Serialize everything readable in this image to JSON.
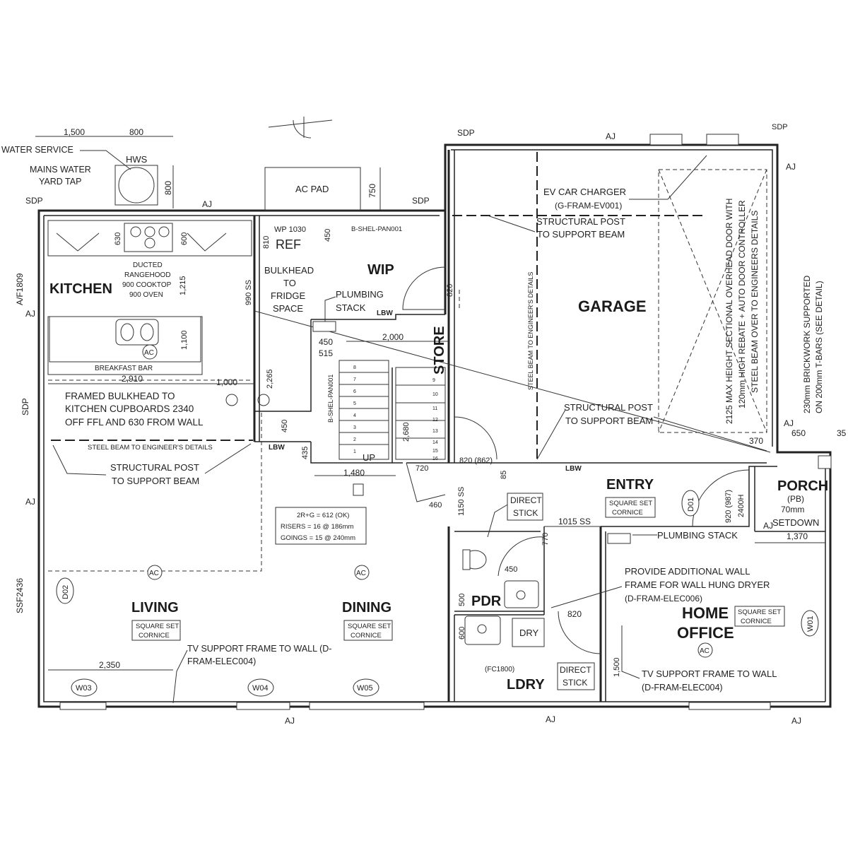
{
  "rooms": {
    "kitchen": "KITCHEN",
    "wip": "WIP",
    "garage": "GARAGE",
    "store": "STORE",
    "entry": "ENTRY",
    "porch": "PORCH",
    "porch_sub": "(PB)",
    "porch_setdown_1": "70mm",
    "porch_setdown_2": "SETDOWN",
    "living": "LIVING",
    "dining": "DINING",
    "pdr": "PDR",
    "ldry": "LDRY",
    "home_office_1": "HOME",
    "home_office_2": "OFFICE",
    "ref": "REF",
    "hws": "HWS",
    "ac_pad": "AC PAD",
    "dry": "DRY"
  },
  "cornice": [
    "SQUARE SET",
    "CORNICE"
  ],
  "labels": {
    "water_service": "WATER SERVICE",
    "mains_water_1": "MAINS WATER",
    "mains_water_2": "YARD TAP",
    "sdp": "SDP",
    "aj": "AJ",
    "lbw": "LBW",
    "ducted_1": "DUCTED",
    "ducted_2": "RANGEHOOD",
    "ducted_3": "900 COOKTOP",
    "ducted_4": "900 OVEN",
    "breakfast_bar": "BREAKFAST BAR",
    "bulkhead_1": "BULKHEAD",
    "bulkhead_2": "TO",
    "bulkhead_3": "FRIDGE",
    "bulkhead_4": "SPACE",
    "plumbing_stack_1": "PLUMBING",
    "plumbing_stack_2": "STACK",
    "plumbing_stack_entry": "PLUMBING STACK",
    "framed_bulkhead_1": "FRAMED BULKHEAD TO",
    "framed_bulkhead_2": "KITCHEN CUPBOARDS 2340",
    "framed_bulkhead_3": "OFF FFL AND 630 FROM WALL",
    "steel_beam_kitchen": "STEEL BEAM TO ENGINEER'S DETAILS",
    "structural_post_1": "STRUCTURAL POST",
    "structural_post_2": "TO SUPPORT BEAM",
    "ev_1": "EV CAR CHARGER",
    "ev_2": "(G-FRAM-EV001)",
    "garage_post_1": "STRUCTURAL POST",
    "garage_post_2": "TO SUPPORT BEAM",
    "garage_post_b1": "STRUCTURAL POST",
    "garage_post_b2": "TO SUPPORT BEAM",
    "steel_beam_vertical": "STEEL BEAM TO ENGINEER'S DETAILS",
    "garage_door_1": "2125 MAX HEIGHT SECTIONAL OVERHEAD DOOR WITH",
    "garage_door_2": "120mm HIGH REBATE + AUTO DOOR CONTROLLER",
    "garage_door_3": "STEEL BEAM OVER TO ENGINEERS DETAILS",
    "brickwork_1": "230mm BRICKWORK SUPPORTED",
    "brickwork_2": "ON 200mm T-BARS (SEE DETAIL)",
    "direct_stick_1": "DIRECT",
    "direct_stick_2": "STICK",
    "wall_frame_1": "PROVIDE ADDITIONAL WALL",
    "wall_frame_2": "FRAME FOR WALL HUNG DRYER",
    "wall_frame_3": "(D-FRAM-ELEC006)",
    "tv_living_1": "TV SUPPORT FRAME TO WALL (D-",
    "tv_living_2": "FRAM-ELEC004)",
    "tv_office_1": "TV SUPPORT FRAME TO WALL",
    "tv_office_2": "(D-FRAM-ELEC004)",
    "stair_1": "2R+G = 612 (OK)",
    "stair_2": "RISERS = 16 @ 186mm",
    "stair_3": "GOINGS = 15 @ 240mm",
    "up": "UP",
    "shel_1": "B-SHEL-PAN001",
    "shel_2": "B-SHEL-PAN001",
    "wp": "WP 1030",
    "fc": "(FC1800)",
    "ac": "AC"
  },
  "dimensions": {
    "d1500": "1,500",
    "d800": "800",
    "d800v": "800",
    "d750": "750",
    "d450a": "450",
    "d630": "630",
    "d600": "600",
    "d810": "810",
    "d1215": "1,215",
    "d990": "990 SS",
    "d1100": "1,100",
    "d2910": "2,910",
    "d1000": "1,000",
    "d2265": "2,265",
    "d450b": "450",
    "d515": "515",
    "d450c": "450",
    "d435": "435",
    "d1480": "1,480",
    "d2000": "2,000",
    "d2680": "2,680",
    "d720": "720",
    "d820a": "820",
    "d820b": "820 (862)",
    "d85": "85",
    "d460": "460",
    "d1150": "1150 SS",
    "d1015": "1015 SS",
    "d770": "770",
    "d450d": "450",
    "d500": "500",
    "d600b": "600",
    "d820c": "820",
    "d1500b": "1,500",
    "d1370": "1,370",
    "d920": "920 (987)",
    "d2400": "2400H",
    "d650": "650",
    "d370": "370",
    "d35": "35",
    "d2350": "2,350",
    "dA1809": "A/F1809",
    "dSSF": "SSF2436"
  },
  "tags": {
    "d01": "D01",
    "d02": "D02",
    "w01": "W01",
    "w03": "W03",
    "w04": "W04",
    "w05": "W05"
  },
  "stair_numbers": [
    "1",
    "2",
    "3",
    "4",
    "5",
    "6",
    "7",
    "8",
    "9",
    "10",
    "11",
    "12",
    "13",
    "14",
    "15",
    "16"
  ]
}
